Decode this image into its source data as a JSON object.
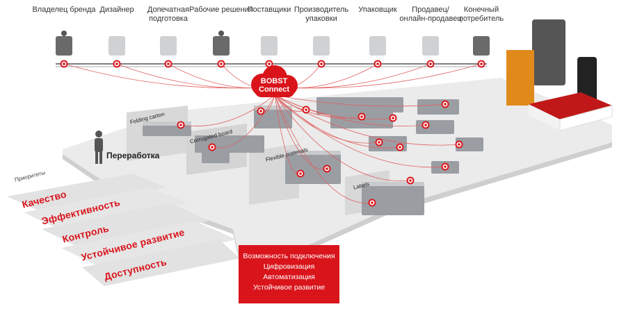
{
  "value_chain": [
    {
      "label": "Владелец бренда",
      "icon": "person-icon"
    },
    {
      "label": "Дизайнер",
      "icon": "desk-icon"
    },
    {
      "label": "Допечатная подготовка",
      "icon": "plates-icon"
    },
    {
      "label": "Рабочие решения",
      "icon": "network-person-icon"
    },
    {
      "label": "Поставщики",
      "icon": "pallet-icon"
    },
    {
      "label": "Производитель упаковки",
      "icon": "machine-icon"
    },
    {
      "label": "Упаковщик",
      "icon": "packer-icon"
    },
    {
      "label": "Продавец/ онлайн-продавец",
      "icon": "shelf-icon"
    },
    {
      "label": "Конечный потребитель",
      "icon": "cart-icon"
    }
  ],
  "hub": {
    "line1": "BOBST",
    "line2": "Connect"
  },
  "operator_label": "Переработка",
  "segments": {
    "folding": "Folding carton",
    "corrugated": "Corrugated board",
    "flexible": "Flexible materials",
    "labels": "Labels"
  },
  "priorities": {
    "title": "Приоритеты",
    "items": [
      "Качество",
      "Эффективность",
      "Контроль",
      "Устойчивое развитие",
      "Доступность"
    ]
  },
  "bottom_box": [
    "Возможность подключения",
    "Цифровизация",
    "Автоматизация",
    "Устойчивое развитие"
  ],
  "colors": {
    "accent": "#d9141b",
    "floor": "#e9e9e9",
    "machine": "#9a9ea3",
    "text": "#333333"
  }
}
